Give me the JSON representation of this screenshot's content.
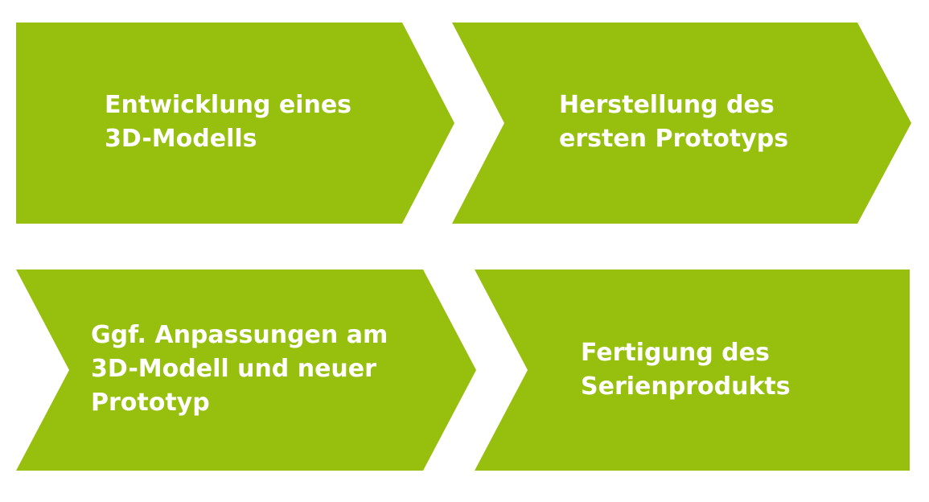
{
  "colors": {
    "arrow_fill": "#97bf0d",
    "label_text": "#ffffff",
    "background": "#ffffff"
  },
  "steps": [
    {
      "label": "Entwicklung eines\n3D-Modells"
    },
    {
      "label": "Herstellung des\nersten Prototyps"
    },
    {
      "label": "Ggf. Anpassungen am\n3D-Modell und neuer\nPrototyp"
    },
    {
      "label": "Fertigung des\nSerienprodukts"
    }
  ]
}
